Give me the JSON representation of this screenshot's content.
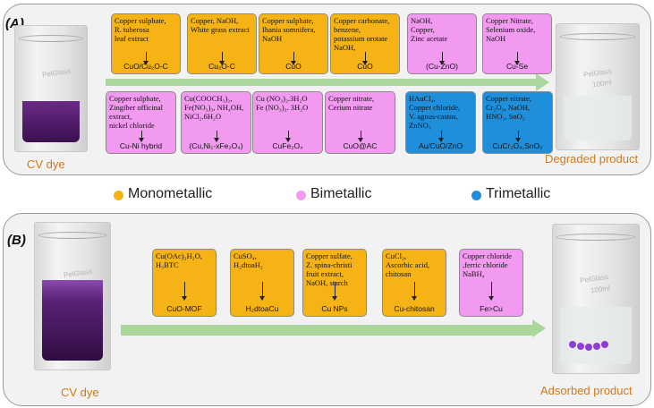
{
  "colors": {
    "monometallic": "#f5b315",
    "bimetallic": "#f29af0",
    "trimetallic": "#1f8fdb",
    "arrow": "#a9d79c",
    "caption": "#d07a1a",
    "dye": "#4a1a5e"
  },
  "panel_a": {
    "label": "(A)",
    "left_caption": "CV dye",
    "right_caption": "Degraded product",
    "beaker_brand": "PelGlass",
    "beaker_volume": "100ml",
    "top_row": [
      {
        "reagents": "Copper sulphate,\nR. tuberosa\nleaf extract",
        "product": "CuO/Cu₂O-C",
        "type": "mono"
      },
      {
        "reagents": "Copper, NaOH,\nWhite grass extract",
        "product": "Cu₂O-C",
        "type": "mono"
      },
      {
        "reagents": "Copper sulphate,\nIhania somnifera,\nNaOH",
        "product": "CuO",
        "type": "mono"
      },
      {
        "reagents": "Copper carbonate,\nbenzene,\npotassium orotate\nNaOH,",
        "product": "CuO",
        "type": "mono"
      },
      {
        "reagents": "NaOH,\nCopper,\nZinc acetate",
        "product": "(Cu-ZnO)",
        "type": "bi"
      },
      {
        "reagents": "Copper Nitrate,\nSelenium oxide,\nNaOH",
        "product": "Cu-Se",
        "type": "bi"
      }
    ],
    "bottom_row": [
      {
        "reagents": "Copper sulphate,\nZingiber officinal\nextract,\nnickel chloride",
        "product": "Cu-Ni hybrid",
        "type": "bi"
      },
      {
        "reagents": "Cu(COOCH₃)₂,\nFe(NO₃)₃, NH₄OH,\nNiCl₂.6H₂O",
        "product": "(Cu,Ni₁-xFe₂O₄)",
        "type": "bi"
      },
      {
        "reagents": "Cu (NO₃)₂.3H₂O\nFe (NO₃)₃. 3H₂O",
        "product": "CuFe₂O₄",
        "type": "bi"
      },
      {
        "reagents": "Copper nitrate,\nCerium nitrate",
        "product": "CuO@AC",
        "type": "bi"
      },
      {
        "reagents": "HAuCl₄,\nCopper chloride,\nV. agnus-castus,\nZnNO₃",
        "product": "Au/CuO/ZnO",
        "type": "tri"
      },
      {
        "reagents": "Copper nitrate,\nCr₂O₃, NaOH,\nHNO₃, SnO₂",
        "product": "CuCr₂O₄,SnO₂",
        "type": "tri"
      }
    ]
  },
  "legend": [
    {
      "label": "Monometallic",
      "color": "#f5b315"
    },
    {
      "label": "Bimetallic",
      "color": "#f29af0"
    },
    {
      "label": "Trimetallic",
      "color": "#1f8fdb"
    }
  ],
  "panel_b": {
    "label": "(B)",
    "left_caption": "CV dye",
    "right_caption": "Adsorbed product",
    "boxes": [
      {
        "reagents": "Cu(OAc)₂H₂O,\nH₃BTC",
        "product": "CuO-MOF",
        "type": "mono"
      },
      {
        "reagents": "CuSO₄,\nH₂dtoaH₂",
        "product": "H₂dtoaCu",
        "type": "mono"
      },
      {
        "reagents": "Copper sulfate,\nZ. spina-christi\nfruit extract,\nNaOH, starch",
        "product": "Cu NPs",
        "type": "mono"
      },
      {
        "reagents": "CuCl₂,\nAscorbic acid,\nchitosan",
        "product": "Cu-chitosan",
        "type": "mono"
      },
      {
        "reagents": "Copper chloride\n,ferric chloride\nNaBH₄",
        "product": "Fe>Cu",
        "type": "bi"
      }
    ]
  }
}
